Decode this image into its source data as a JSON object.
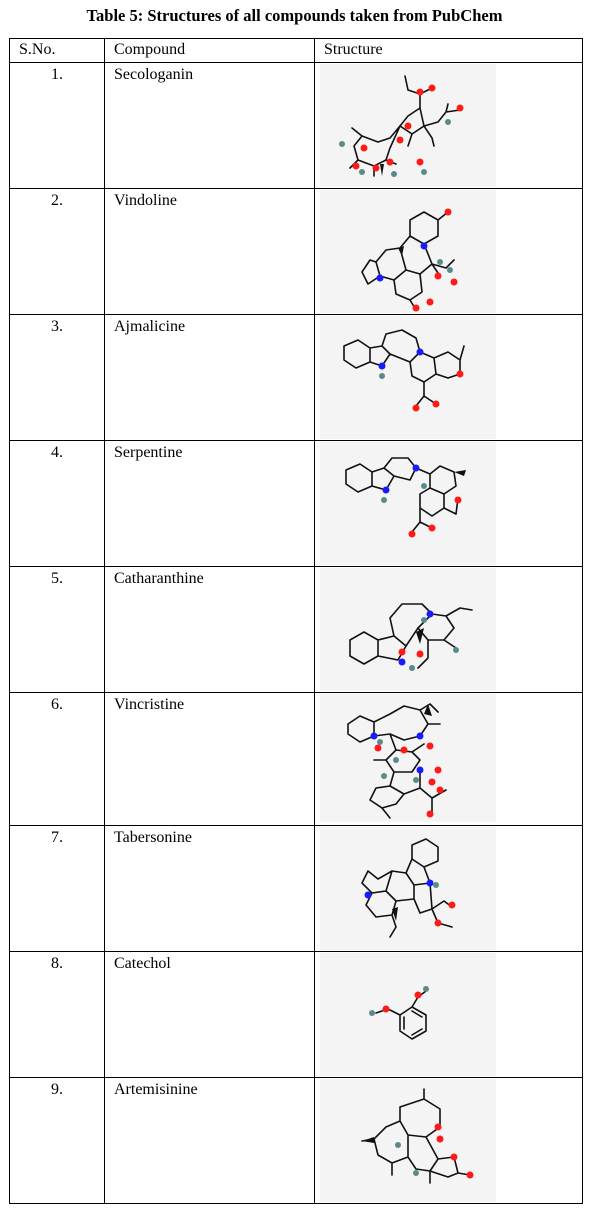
{
  "caption": "Table 5: Structures of all compounds taken from PubChem",
  "headers": {
    "sno": "S.No.",
    "compound": "Compound",
    "structure": "Structure"
  },
  "rows": [
    {
      "sno": "1.",
      "compound": "Secologanin",
      "structure_icon": "secologanin-structure"
    },
    {
      "sno": "2.",
      "compound": "Vindoline",
      "structure_icon": "vindoline-structure"
    },
    {
      "sno": "3.",
      "compound": "Ajmalicine",
      "structure_icon": "ajmalicine-structure"
    },
    {
      "sno": "4.",
      "compound": "Serpentine",
      "structure_icon": "serpentine-structure"
    },
    {
      "sno": "5.",
      "compound": "Catharanthine",
      "structure_icon": "catharanthine-structure"
    },
    {
      "sno": "6.",
      "compound": "Vincristine",
      "structure_icon": "vincristine-structure"
    },
    {
      "sno": "7.",
      "compound": "Tabersonine",
      "structure_icon": "tabersonine-structure"
    },
    {
      "sno": "8.",
      "compound": "Catechol",
      "structure_icon": "catechol-structure"
    },
    {
      "sno": "9.",
      "compound": "Artemisinine",
      "structure_icon": "artemisinine-structure"
    }
  ],
  "colors": {
    "oxygen": "#ff1a1a",
    "nitrogen": "#1a1aff",
    "hydrogen": "#5a8a8a",
    "panel_bg": "#f4f4f4"
  }
}
